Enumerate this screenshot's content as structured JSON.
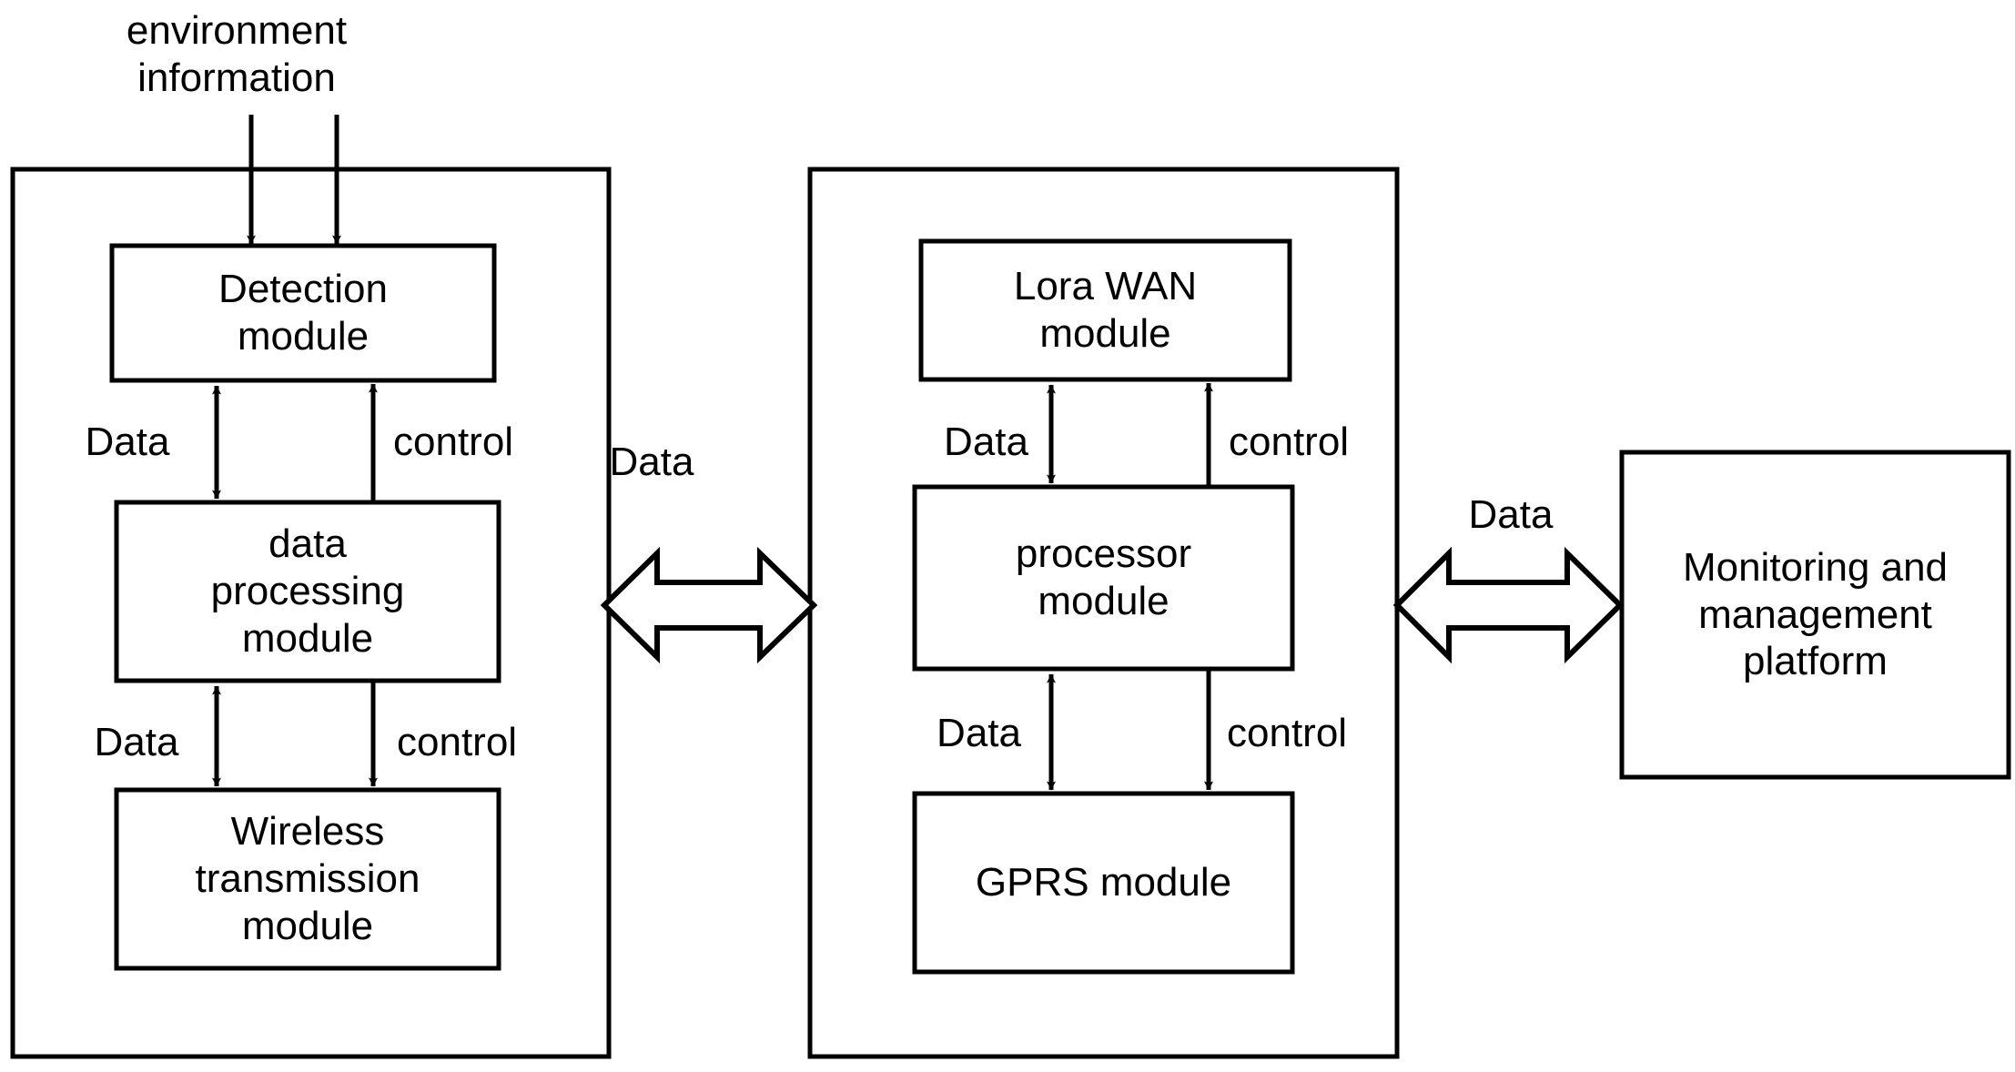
{
  "diagram": {
    "title": "environment monitoring system block diagram",
    "stroke_color": "#000000",
    "fill_color": "#ffffff",
    "background": "#ffffff",
    "free_labels": [
      {
        "name": "environment-information",
        "text": "environment\ninformation"
      }
    ],
    "containers": [
      {
        "name": "sensor-node-container",
        "label": ""
      },
      {
        "name": "gateway-container",
        "label": ""
      }
    ],
    "nodes": [
      {
        "name": "detection-module",
        "label": "Detection\nmodule"
      },
      {
        "name": "data-processing-module",
        "label": "data\nprocessing\nmodule"
      },
      {
        "name": "wireless-transmission-module",
        "label": "Wireless\ntransmission\nmodule"
      },
      {
        "name": "lora-wan-module",
        "label": "Lora WAN\nmodule"
      },
      {
        "name": "processor-module",
        "label": "processor\nmodule"
      },
      {
        "name": "gprs-module",
        "label": "GPRS module"
      },
      {
        "name": "monitoring-platform",
        "label": "Monitoring and\nmanagement\nplatform"
      }
    ],
    "edge_labels": {
      "detection_data": "Data",
      "detection_control": "control",
      "wireless_data": "Data",
      "wireless_control": "control",
      "interlink_data": "Data",
      "lora_data": "Data",
      "lora_control": "control",
      "gprs_data": "Data",
      "gprs_control": "control",
      "platform_data": "Data"
    },
    "edges": [
      {
        "name": "env-to-detection-left",
        "from": "environment information",
        "to": "Detection module",
        "type": "arrow-down"
      },
      {
        "name": "env-to-detection-right",
        "from": "environment information",
        "to": "Detection module",
        "type": "arrow-down"
      },
      {
        "name": "detection-data-link",
        "from": "Detection module",
        "to": "data processing module",
        "type": "double-arrow",
        "label": "Data"
      },
      {
        "name": "detection-control-link",
        "from": "data processing module",
        "to": "Detection module",
        "type": "arrow-up",
        "label": "control"
      },
      {
        "name": "wireless-data-link",
        "from": "data processing module",
        "to": "Wireless transmission module",
        "type": "double-arrow",
        "label": "Data"
      },
      {
        "name": "wireless-control-link",
        "from": "data processing module",
        "to": "Wireless transmission module",
        "type": "arrow-down",
        "label": "control"
      },
      {
        "name": "node-gateway-link",
        "from": "sensor node",
        "to": "gateway",
        "type": "block-double-arrow",
        "label": "Data"
      },
      {
        "name": "lora-data-link",
        "from": "Lora WAN module",
        "to": "processor module",
        "type": "double-arrow",
        "label": "Data"
      },
      {
        "name": "lora-control-link",
        "from": "processor module",
        "to": "Lora WAN module",
        "type": "arrow-up",
        "label": "control"
      },
      {
        "name": "gprs-data-link",
        "from": "processor module",
        "to": "GPRS module",
        "type": "double-arrow",
        "label": "Data"
      },
      {
        "name": "gprs-control-link",
        "from": "processor module",
        "to": "GPRS module",
        "type": "arrow-down",
        "label": "control"
      },
      {
        "name": "gateway-platform-link",
        "from": "gateway",
        "to": "Monitoring and management platform",
        "type": "block-double-arrow",
        "label": "Data"
      }
    ]
  }
}
